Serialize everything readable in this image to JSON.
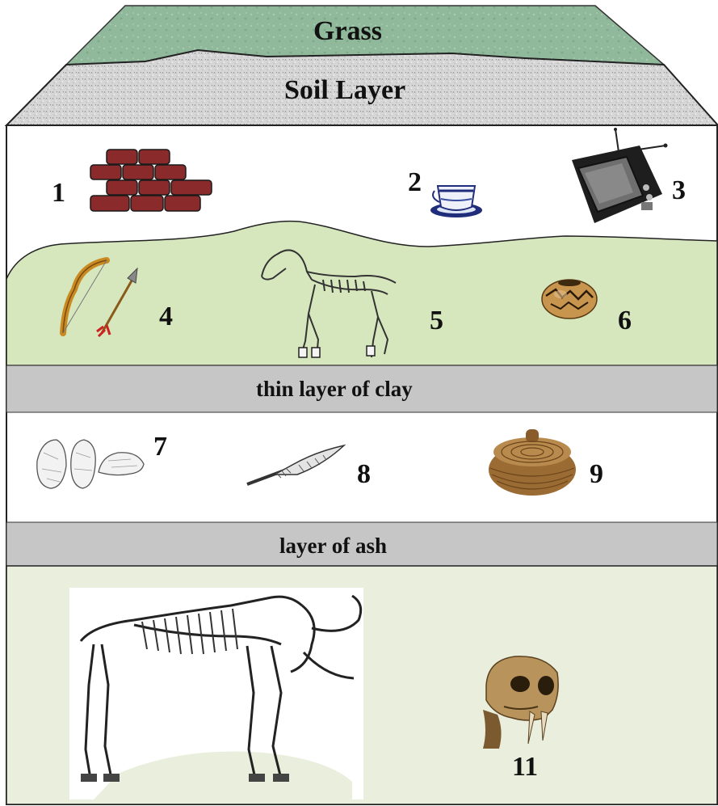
{
  "labels": {
    "grass": "Grass",
    "soil": "Soil Layer",
    "clay": "thin layer of clay",
    "ash": "layer of ash"
  },
  "numbers": {
    "n1": "1",
    "n2": "2",
    "n3": "3",
    "n4": "4",
    "n5": "5",
    "n6": "6",
    "n7": "7",
    "n8": "8",
    "n9": "9",
    "n11": "11"
  },
  "items": {
    "bricks": "brick-wall-icon",
    "teacup": "teacup-icon",
    "tv": "television-icon",
    "bow_arrow": "bow-and-arrow-icon",
    "horse": "horse-skeleton-icon",
    "pot": "clay-pot-icon",
    "stone_tools": "stone-tools-icon",
    "spear": "spear-point-icon",
    "basket": "woven-basket-icon",
    "mammoth": "mammoth-skeleton-icon",
    "skull": "sabertooth-skull-icon"
  },
  "colors": {
    "grass": "#8fb89a",
    "soil": "#d4d4d4",
    "green_layer": "#d7e7bd",
    "band": "#c6c6c6",
    "bottom_layer": "#e9efdc",
    "brick": "#8b2a2a"
  }
}
